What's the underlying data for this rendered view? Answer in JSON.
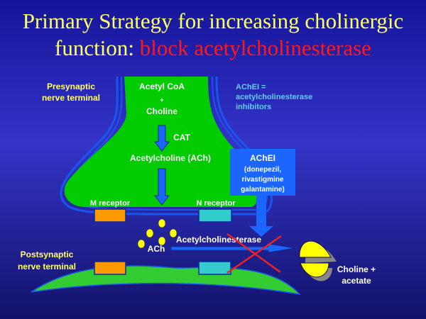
{
  "title": {
    "line1": "Primary Strategy for increasing cholinergic",
    "line2_prefix": "function: ",
    "line2_highlight": "block acetylcholinesterase"
  },
  "labels": {
    "presynaptic_1": "Presynaptic",
    "presynaptic_2": "nerve terminal",
    "postsynaptic_1": "Postsynaptic",
    "postsynaptic_2": "nerve terminal",
    "acetyl_coa": "Acetyl CoA",
    "plus": "+",
    "choline": "Choline",
    "cat": "CAT",
    "acetylcholine": "Acetylcholine (ACh)",
    "m_receptor": "M receptor",
    "n_receptor": "N receptor",
    "ach": "ACh",
    "acetylcholinesterase": "Acetylcholinesterase",
    "products_1": "Choline +",
    "products_2": "acetate"
  },
  "legend": {
    "line1": "AChEI =",
    "line2": "acetylcholinesterase",
    "line3": "inhibitors"
  },
  "achei_box": {
    "title": "AChEI",
    "line1": "(donepezil,",
    "line2": "rivastigmine",
    "line3": "galantamine)"
  },
  "colors": {
    "title_yellow": "#ffff66",
    "title_red": "#ff1a1a",
    "neuron_green": "#00cc00",
    "arrow_blue": "#1a66ff",
    "m_receptor": "#ff9900",
    "n_receptor": "#33cccc",
    "legend_cyan": "#66ccff"
  }
}
